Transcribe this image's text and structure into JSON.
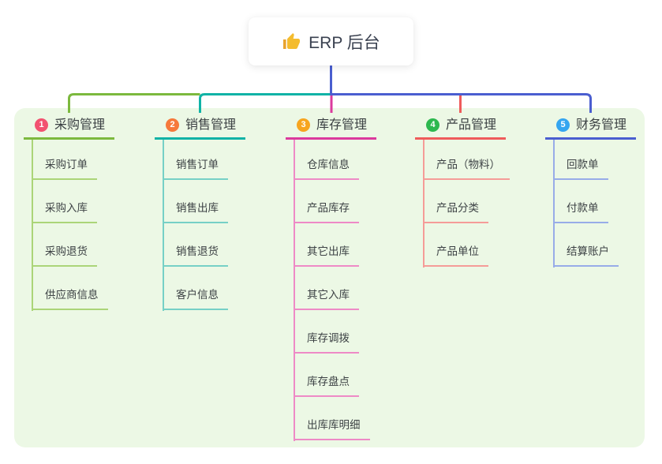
{
  "root": {
    "icon": "thumbs-up-icon",
    "label": "ERP 后台"
  },
  "branches": [
    {
      "number": "1",
      "title": "采购管理",
      "badge_color": "#f25270",
      "line_color": "#7cb93e",
      "child_line_color": "#abd578",
      "children": [
        "采购订单",
        "采购入库",
        "采购退货",
        "供应商信息"
      ]
    },
    {
      "number": "2",
      "title": "销售管理",
      "badge_color": "#f6793b",
      "line_color": "#10b3a6",
      "child_line_color": "#76d0c6",
      "children": [
        "销售订单",
        "销售出库",
        "销售退货",
        "客户信息"
      ]
    },
    {
      "number": "3",
      "title": "库存管理",
      "badge_color": "#f7a51f",
      "line_color": "#db3a9d",
      "child_line_color": "#ee8ac6",
      "children": [
        "仓库信息",
        "产品库存",
        "其它出库",
        "其它入库",
        "库存调拨",
        "库存盘点",
        "出库库明细"
      ]
    },
    {
      "number": "4",
      "title": "产品管理",
      "badge_color": "#2db84f",
      "line_color": "#ef5b5b",
      "child_line_color": "#f59c98",
      "children": [
        "产品（物料）",
        "产品分类",
        "产品单位"
      ]
    },
    {
      "number": "5",
      "title": "财务管理",
      "badge_color": "#34a5f0",
      "line_color": "#4a5ed0",
      "child_line_color": "#98ace8",
      "children": [
        "回款单",
        "付款单",
        "结算账户"
      ]
    }
  ],
  "colors": {
    "canvas_bg": "#ffffff",
    "panel_bg": "#ecf8e5",
    "trunk_blue": "#4a5ed0",
    "text": "#3d4245",
    "icon_yellow": "#f4bc2f"
  }
}
